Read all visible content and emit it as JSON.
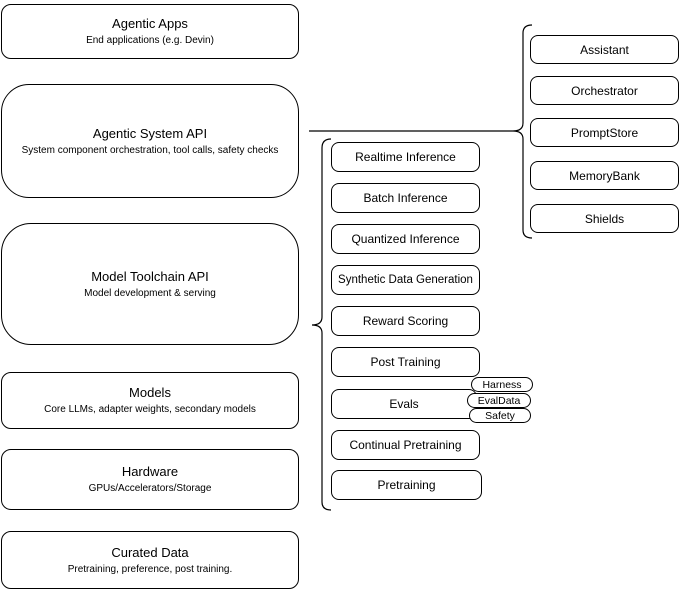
{
  "diagram": {
    "colors": {
      "background": "#ffffff",
      "node_fill": "#ffffff",
      "stroke": "#000000",
      "text": "#000000"
    },
    "left_stack": [
      {
        "title": "Agentic Apps",
        "subtitle": "End applications (e.g. Devin)"
      },
      {
        "title": "Agentic System API",
        "subtitle": "System component orchestration, tool calls, safety checks"
      },
      {
        "title": "Model Toolchain API",
        "subtitle": "Model development & serving"
      },
      {
        "title": "Models",
        "subtitle": "Core LLMs, adapter weights, secondary models"
      },
      {
        "title": "Hardware",
        "subtitle": "GPUs/Accelerators/Storage"
      },
      {
        "title": "Curated Data",
        "subtitle": "Pretraining, preference, post training."
      }
    ],
    "toolchain_group": {
      "items": [
        "Realtime Inference",
        "Batch Inference",
        "Quantized Inference",
        "Synthetic Data Generation",
        "Reward Scoring",
        "Post Training",
        "Evals",
        "Continual Pretraining",
        "Pretraining"
      ]
    },
    "evals_tags": [
      "Harness",
      "EvalData",
      "Safety"
    ],
    "system_components_group": {
      "items": [
        "Assistant",
        "Orchestrator",
        "PromptStore",
        "MemoryBank",
        "Shields"
      ]
    }
  }
}
